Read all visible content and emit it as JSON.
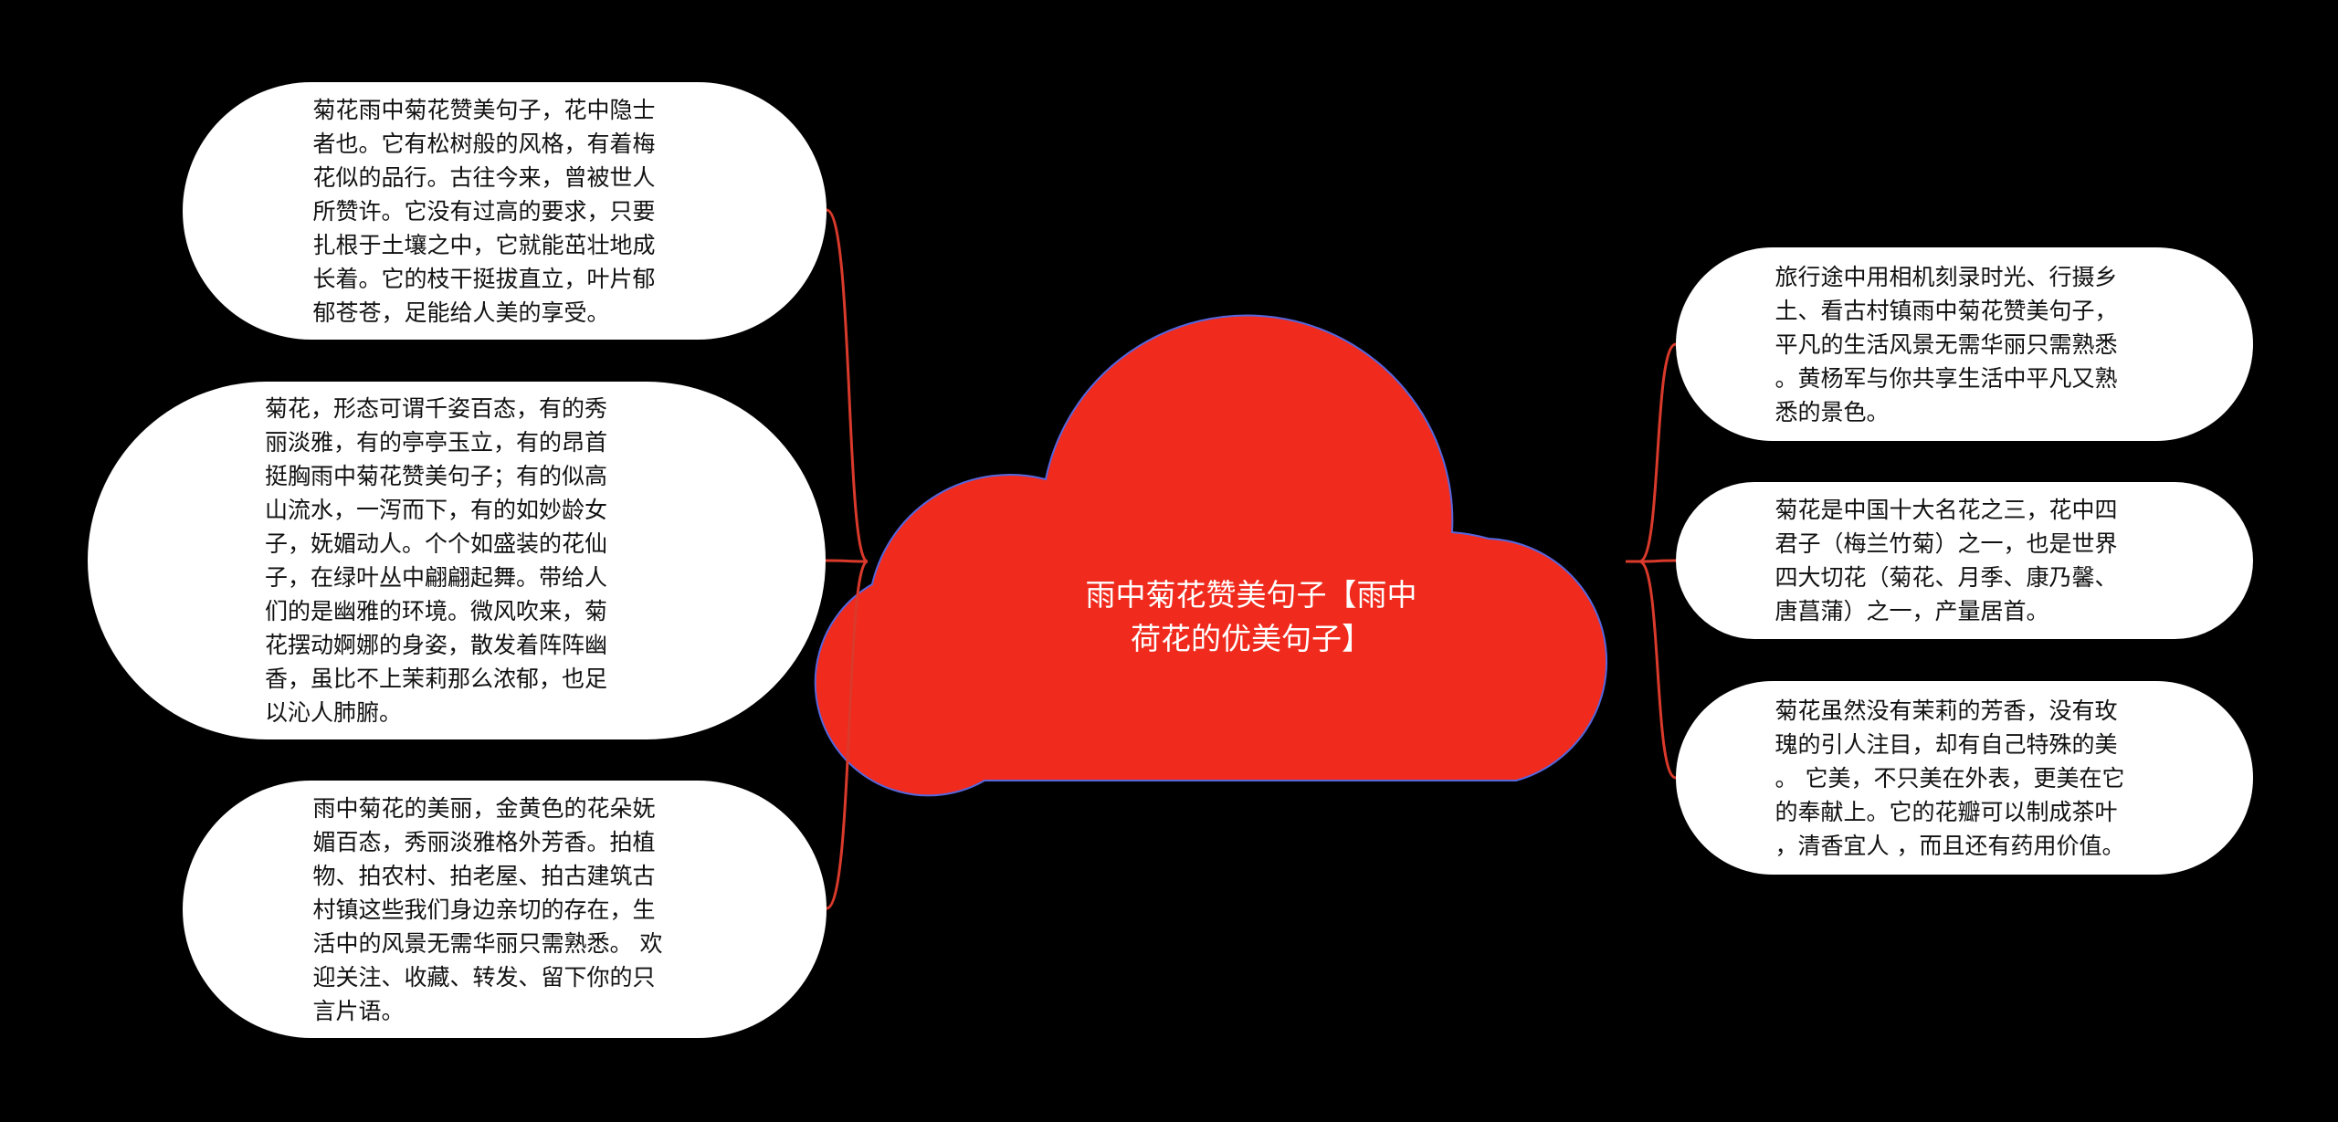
{
  "colors": {
    "background": "#000000",
    "center_fill": "#f02a1d",
    "center_outline": "#5566dd",
    "connector": "#d93a2b",
    "node_fill": "#ffffff"
  },
  "center": {
    "title": "雨中菊花赞美句子【雨中\n荷花的优美句子】"
  },
  "left_nodes": [
    {
      "text": "菊花雨中菊花赞美句子，花中隐士\n者也。它有松树般的风格，有着梅\n花似的品行。古往今来，曾被世人\n所赞许。它没有过高的要求，只要\n扎根于土壤之中，它就能茁壮地成\n长着。它的枝干挺拔直立，叶片郁\n郁苍苍，足能给人美的享受。"
    },
    {
      "text": "菊花，形态可谓千姿百态，有的秀\n丽淡雅，有的亭亭玉立，有的昂首\n挺胸雨中菊花赞美句子；有的似高\n山流水，一泻而下，有的如妙龄女\n子，妩媚动人。个个如盛装的花仙\n子，在绿叶丛中翩翩起舞。带给人\n们的是幽雅的环境。微风吹来，菊\n花摆动婀娜的身姿，散发着阵阵幽\n香，虽比不上茉莉那么浓郁，也足\n以沁人肺腑。"
    },
    {
      "text": "雨中菊花的美丽，金黄色的花朵妩\n媚百态，秀丽淡雅格外芳香。拍植\n物、拍农村、拍老屋、拍古建筑古\n村镇这些我们身边亲切的存在，生\n活中的风景无需华丽只需熟悉。 欢\n迎关注、收藏、转发、留下你的只\n言片语。"
    }
  ],
  "right_nodes": [
    {
      "text": "旅行途中用相机刻录时光、行摄乡\n土、看古村镇雨中菊花赞美句子，\n平凡的生活风景无需华丽只需熟悉\n。黄杨军与你共享生活中平凡又熟\n悉的景色。"
    },
    {
      "text": "菊花是中国十大名花之三，花中四\n君子（梅兰竹菊）之一，也是世界\n四大切花（菊花、月季、康乃馨、\n唐菖蒲）之一，产量居首。"
    },
    {
      "text": "菊花虽然没有茉莉的芳香，没有玫\n瑰的引人注目，却有自己特殊的美\n。 它美，不只美在外表，更美在它\n的奉献上。它的花瓣可以制成茶叶\n，清香宜人 ，而且还有药用价值。"
    }
  ]
}
